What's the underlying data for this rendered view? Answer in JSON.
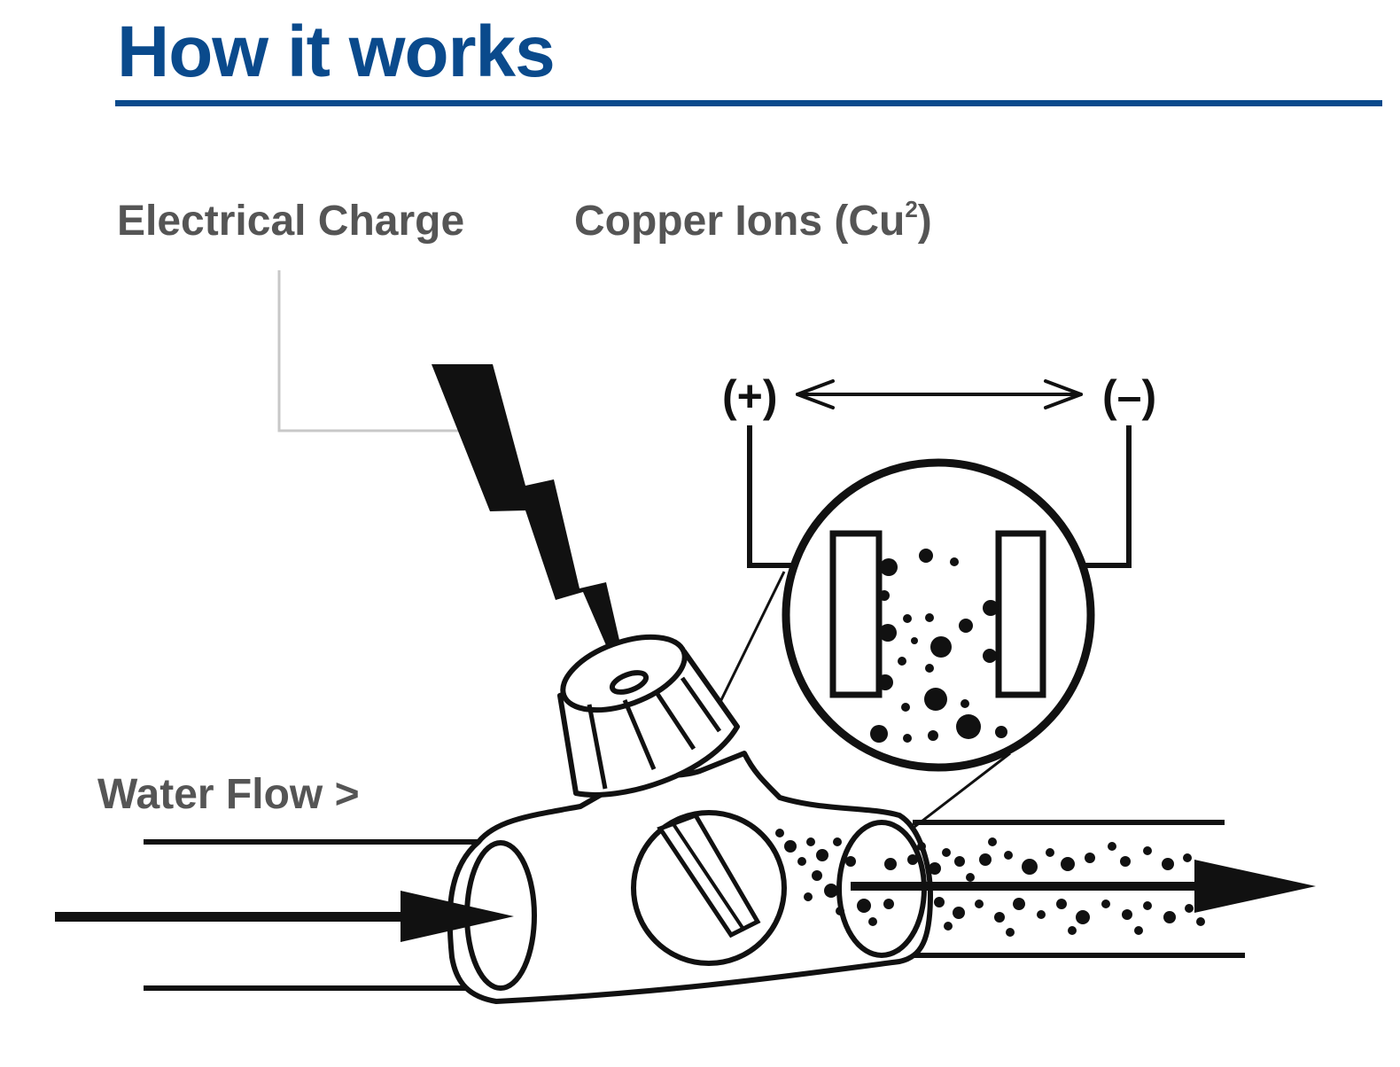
{
  "header": {
    "title": "How it works",
    "rule_color": "#0a4a8c"
  },
  "labels": {
    "electrical_charge": "Electrical Charge",
    "copper_ions": "Copper Ions (Cu",
    "copper_ions_superscript": "2",
    "copper_ions_close": ")",
    "water_flow": "Water Flow >"
  },
  "polarity": {
    "positive": "(+)",
    "negative": "(–)"
  },
  "colors": {
    "title": "#0a4a8c",
    "label_text": "#555555",
    "leader_line": "#c8c8c8",
    "ink": "#111111"
  }
}
